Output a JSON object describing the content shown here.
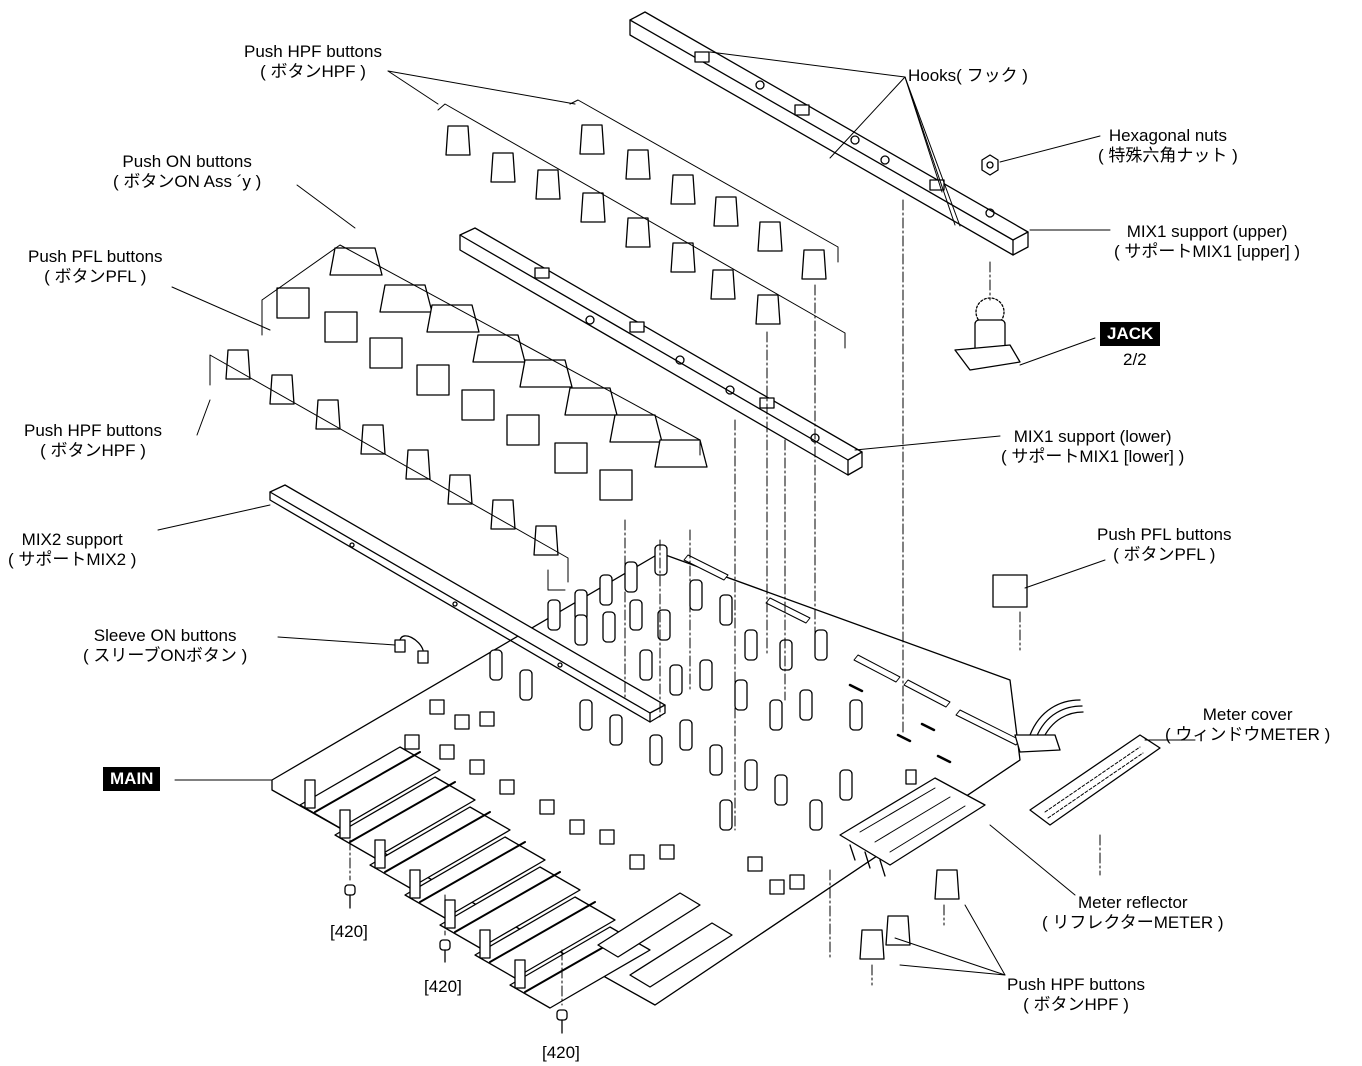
{
  "labels": {
    "hpf_top_en": "Push HPF buttons",
    "hpf_top_jp": "( ボタンHPF )",
    "on_en": "Push ON buttons",
    "on_jp": "( ボタンON Ass ´y )",
    "pfl_left_en": "Push PFL buttons",
    "pfl_left_jp": "( ボタンPFL )",
    "hpf_left_en": "Push HPF buttons",
    "hpf_left_jp": "( ボタンHPF )",
    "mix2_en": "MIX2 support",
    "mix2_jp": "( サポートMIX2 )",
    "sleeve_en": "Sleeve ON buttons",
    "sleeve_jp": "( スリーブONボタン )",
    "main_tag": "MAIN",
    "screw_1": "[420]",
    "screw_2": "[420]",
    "screw_3": "[420]",
    "hooks": "Hooks( フック )",
    "hexnut_en": "Hexagonal nuts",
    "hexnut_jp": "( 特殊六角ナット )",
    "mix1_upper_en": "MIX1 support (upper)",
    "mix1_upper_jp": "( サポートMIX1 [upper] )",
    "jack_tag": "JACK",
    "jack_sub": "2/2",
    "mix1_lower_en": "MIX1 support (lower)",
    "mix1_lower_jp": "( サポートMIX1 [lower] )",
    "pfl_right_en": "Push PFL buttons",
    "pfl_right_jp": "( ボタンPFL )",
    "meter_cover_en": "Meter cover",
    "meter_cover_jp": "( ウィンドウMETER )",
    "meter_refl_en": "Meter reflector",
    "meter_refl_jp": "( リフレクターMETER )",
    "hpf_bottom_en": "Push HPF buttons",
    "hpf_bottom_jp": "( ボタンHPF )"
  },
  "colors": {
    "ink": "#000000",
    "paper": "#ffffff"
  }
}
